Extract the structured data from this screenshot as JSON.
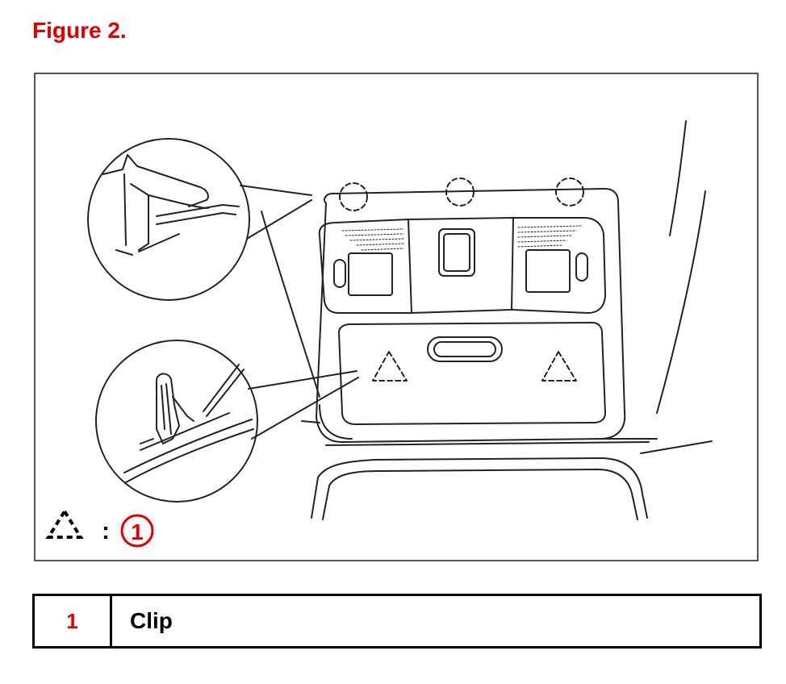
{
  "figure": {
    "title": "Figure 2."
  },
  "callout": {
    "separator": ":",
    "number": "1"
  },
  "legend": {
    "rows": [
      {
        "number": "1",
        "label": "Clip"
      }
    ]
  },
  "colors": {
    "title_red": "#e00000",
    "line": "#222222"
  },
  "icons": {
    "clip_marker": "dashed-triangle-icon",
    "claw_marker": "dashed-circle-icon",
    "callout": "circled-number-icon"
  }
}
